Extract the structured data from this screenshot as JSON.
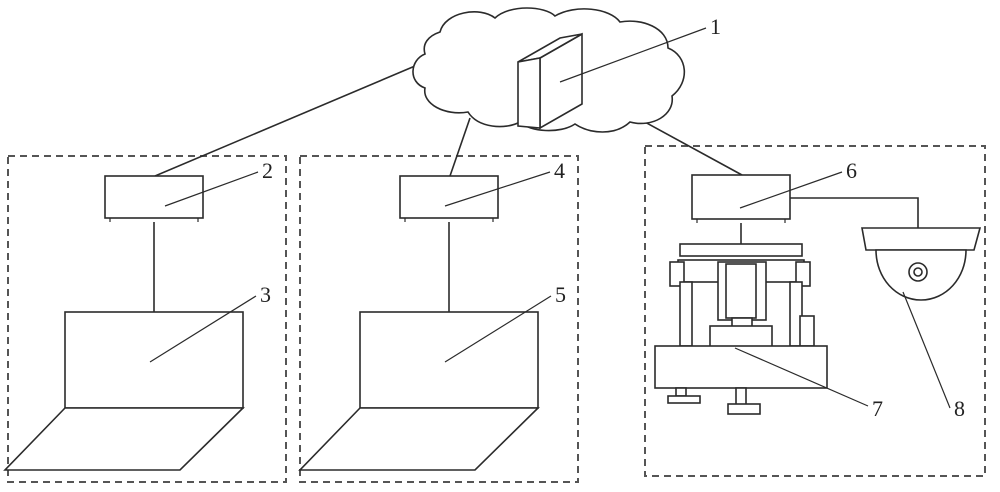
{
  "labels": {
    "l1": "1",
    "l2": "2",
    "l3": "3",
    "l4": "4",
    "l5": "5",
    "l6": "6",
    "l7": "7",
    "l8": "8"
  },
  "colors": {
    "line": "#2b2b2b",
    "dashed_border": "#555555",
    "background": "#ffffff"
  }
}
